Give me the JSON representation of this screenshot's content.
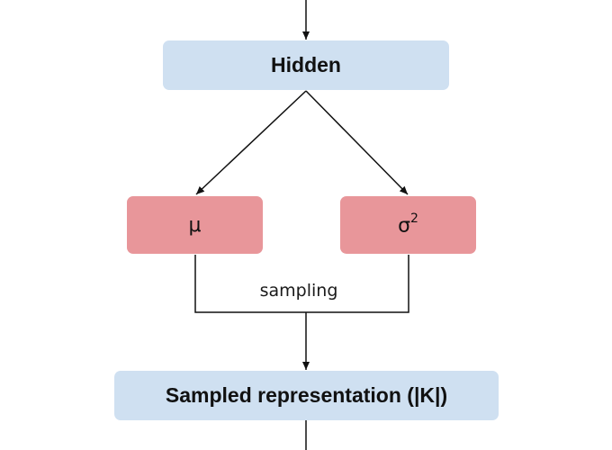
{
  "nodes": {
    "hidden": {
      "label": "Hidden"
    },
    "mu": {
      "label": "μ"
    },
    "sigma": {
      "base": "σ",
      "sup": "2"
    },
    "sampled": {
      "label": "Sampled representation (|K|)"
    }
  },
  "edges": {
    "sampling_label": "sampling"
  },
  "colors": {
    "box_blue": "#cfe0f1",
    "box_red": "#e8969a",
    "line": "#111111"
  }
}
